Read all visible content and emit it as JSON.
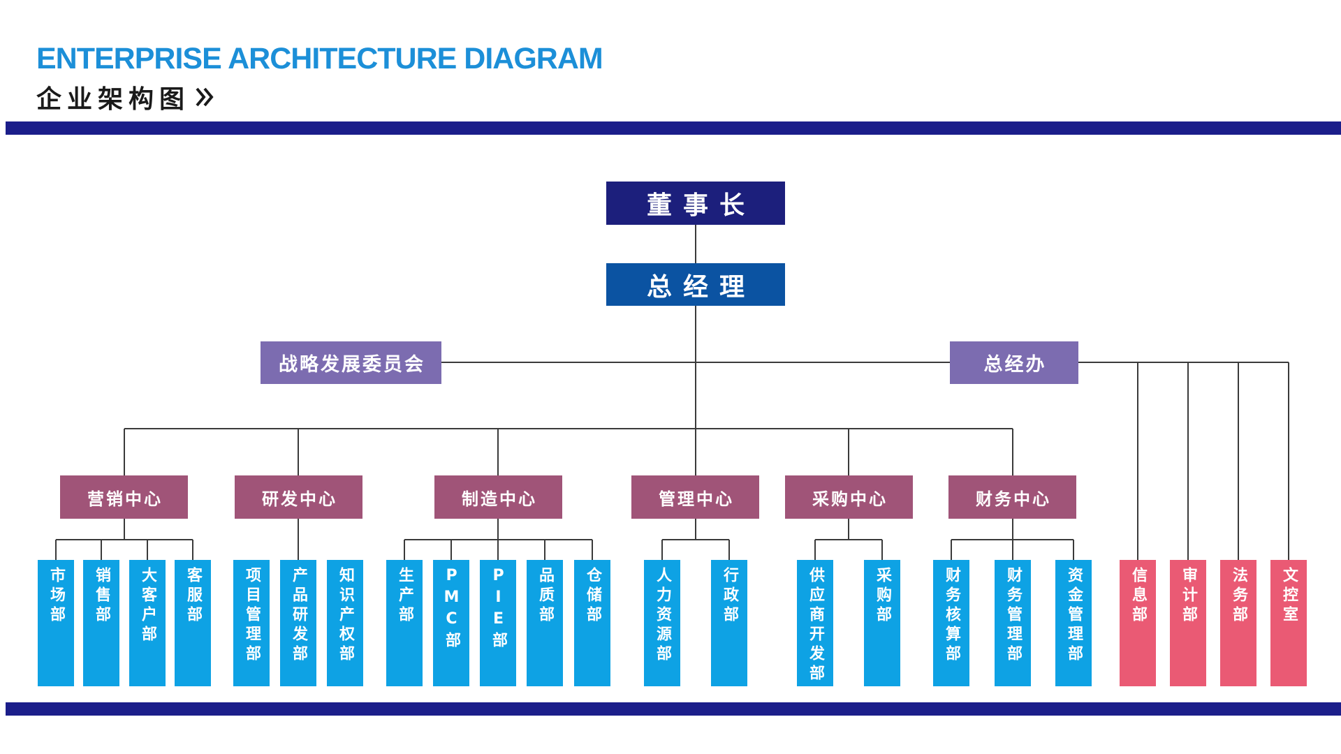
{
  "header": {
    "title_en": "ENTERPRISE ARCHITECTURE DIAGRAM",
    "title_cn": "企业架构图"
  },
  "colors": {
    "brand_band": "#1b1e8a",
    "title_blue": "#1c8fd8",
    "chairman": "#1c1f7c",
    "general_manager": "#0b53a2",
    "side_units": "#7c6cb0",
    "centers": "#a05478",
    "departments": "#0ea2e4",
    "office_departments": "#ea5a74"
  },
  "org": {
    "chairman": "董事长",
    "general_manager": "总经理",
    "strategy_committee": "战略发展委员会",
    "gm_office": "总经办",
    "office_departments": [
      "信息部",
      "审计部",
      "法务部",
      "文控室"
    ],
    "centers": [
      {
        "name": "营销中心",
        "departments": [
          "市场部",
          "销售部",
          "大客户部",
          "客服部"
        ]
      },
      {
        "name": "研发中心",
        "departments": [
          "项目管理部",
          "产品研发部",
          "知识产权部"
        ]
      },
      {
        "name": "制造中心",
        "departments": [
          "生产部",
          "PMC部",
          "PIE部",
          "品质部",
          "仓储部"
        ]
      },
      {
        "name": "管理中心",
        "departments": [
          "人力资源部",
          "行政部"
        ]
      },
      {
        "name": "采购中心",
        "departments": [
          "供应商开发部",
          "采购部"
        ]
      },
      {
        "name": "财务中心",
        "departments": [
          "财务核算部",
          "财务管理部",
          "资金管理部"
        ]
      }
    ]
  }
}
